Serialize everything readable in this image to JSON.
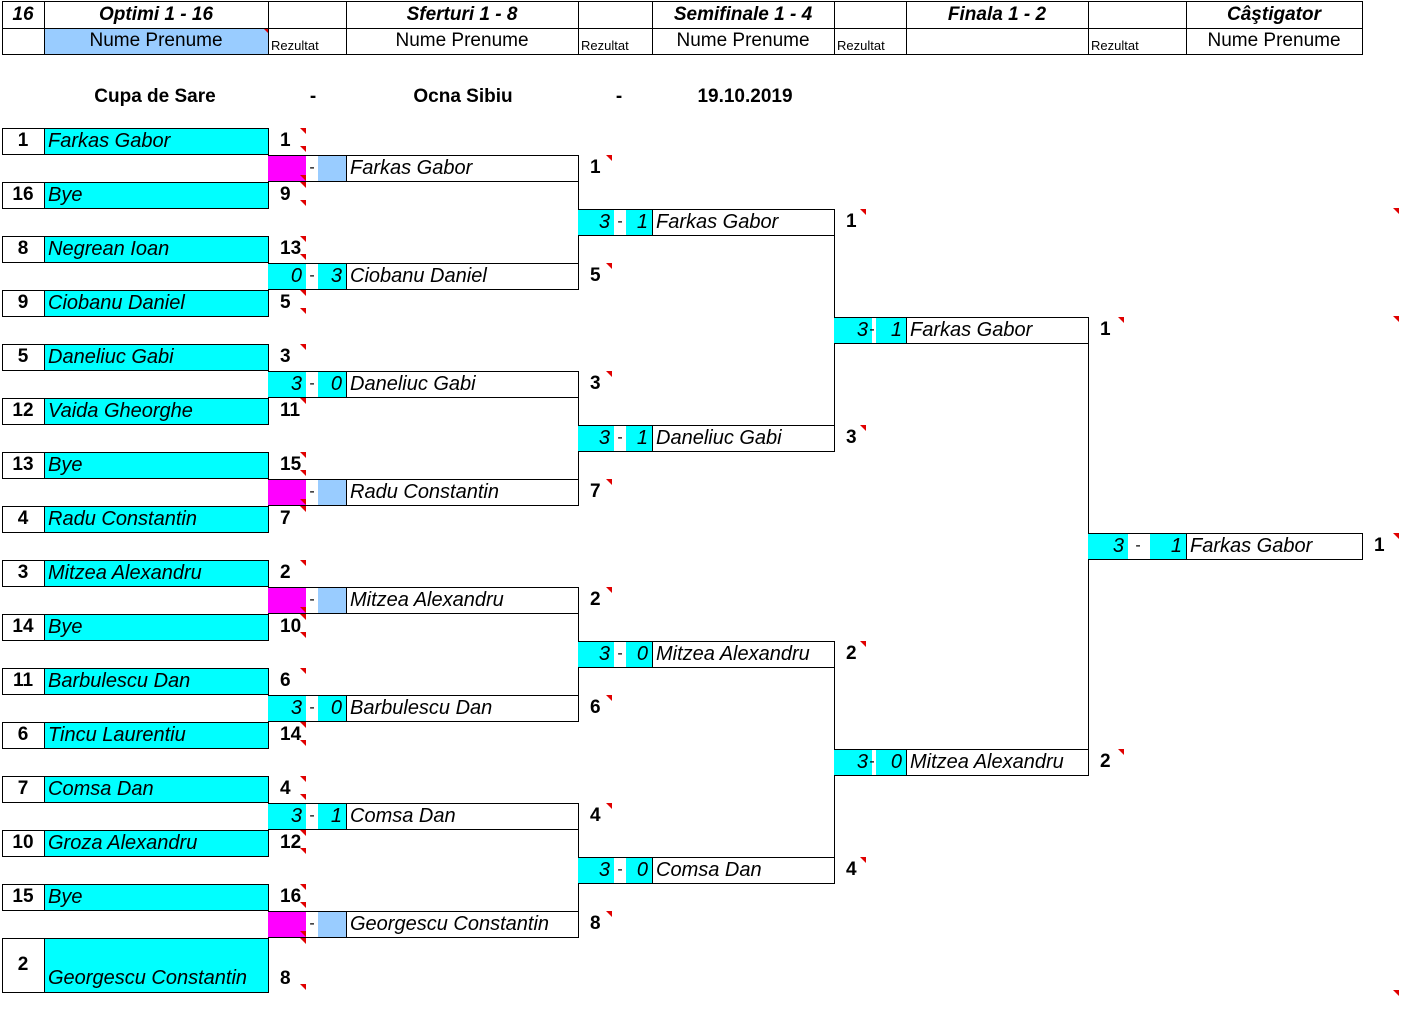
{
  "header": {
    "count": "16",
    "rounds": [
      {
        "title": "Optimi 1 - 16",
        "sub": "Nume Prenume",
        "result": "Rezultat"
      },
      {
        "title": "Sferturi 1 - 8",
        "sub": "Nume Prenume",
        "result": "Rezultat"
      },
      {
        "title": "Semifinale 1 - 4",
        "sub": "Nume Prenume",
        "result": "Rezultat"
      },
      {
        "title": "Finala 1 - 2",
        "sub": "",
        "result": "Rezultat"
      },
      {
        "title": "Câştigator",
        "sub": "Nume Prenume"
      }
    ]
  },
  "event": {
    "name": "Cupa de Sare",
    "sep1": "-",
    "location": "Ocna Sibiu",
    "sep2": "-",
    "date": "19.10.2019"
  },
  "round1": [
    {
      "seed": "1",
      "name": "Farkas Gabor",
      "num": "1"
    },
    {
      "seed": "16",
      "name": "Bye",
      "num": "9"
    },
    {
      "seed": "8",
      "name": "Negrean Ioan",
      "num": "13"
    },
    {
      "seed": "9",
      "name": "Ciobanu Daniel",
      "num": "5"
    },
    {
      "seed": "5",
      "name": "Daneliuc Gabi",
      "num": "3"
    },
    {
      "seed": "12",
      "name": "Vaida Gheorghe",
      "num": "11"
    },
    {
      "seed": "13",
      "name": "Bye",
      "num": "15"
    },
    {
      "seed": "4",
      "name": "Radu Constantin",
      "num": "7"
    },
    {
      "seed": "3",
      "name": "Mitzea Alexandru",
      "num": "2"
    },
    {
      "seed": "14",
      "name": "Bye",
      "num": "10"
    },
    {
      "seed": "11",
      "name": "Barbulescu Dan",
      "num": "6"
    },
    {
      "seed": "6",
      "name": "Tincu Laurentiu",
      "num": "14"
    },
    {
      "seed": "7",
      "name": "Comsa Dan",
      "num": "4"
    },
    {
      "seed": "10",
      "name": "Groza Alexandru",
      "num": "12"
    },
    {
      "seed": "15",
      "name": "Bye",
      "num": "16"
    },
    {
      "seed": "2",
      "name": "Georgescu Constantin",
      "num": "8"
    }
  ],
  "round2": [
    {
      "s1": "",
      "s2": "",
      "bye": true,
      "name": "Farkas Gabor",
      "num": "1"
    },
    {
      "s1": "0",
      "s2": "3",
      "bye": false,
      "name": "Ciobanu Daniel",
      "num": "5"
    },
    {
      "s1": "3",
      "s2": "0",
      "bye": false,
      "name": "Daneliuc Gabi",
      "num": "3"
    },
    {
      "s1": "",
      "s2": "",
      "bye": true,
      "name": "Radu Constantin",
      "num": "7"
    },
    {
      "s1": "",
      "s2": "",
      "bye": true,
      "name": "Mitzea Alexandru",
      "num": "2"
    },
    {
      "s1": "3",
      "s2": "0",
      "bye": false,
      "name": "Barbulescu Dan",
      "num": "6"
    },
    {
      "s1": "3",
      "s2": "1",
      "bye": false,
      "name": "Comsa Dan",
      "num": "4"
    },
    {
      "s1": "",
      "s2": "",
      "bye": true,
      "name": "Georgescu Constantin",
      "num": "8"
    }
  ],
  "round3": [
    {
      "s1": "3",
      "s2": "1",
      "name": "Farkas Gabor",
      "num": "1"
    },
    {
      "s1": "3",
      "s2": "1",
      "name": "Daneliuc Gabi",
      "num": "3"
    },
    {
      "s1": "3",
      "s2": "0",
      "name": "Mitzea Alexandru",
      "num": "2"
    },
    {
      "s1": "3",
      "s2": "0",
      "name": "Comsa Dan",
      "num": "4"
    }
  ],
  "round4": [
    {
      "s1": "3",
      "s2": "1",
      "name": "Farkas Gabor",
      "num": "1"
    },
    {
      "s1": "3",
      "s2": "0",
      "name": "Mitzea Alexandru",
      "num": "2"
    }
  ],
  "winner": {
    "s1": "3",
    "s2": "1",
    "name": "Farkas Gabor",
    "num": "1"
  },
  "dash": "-"
}
